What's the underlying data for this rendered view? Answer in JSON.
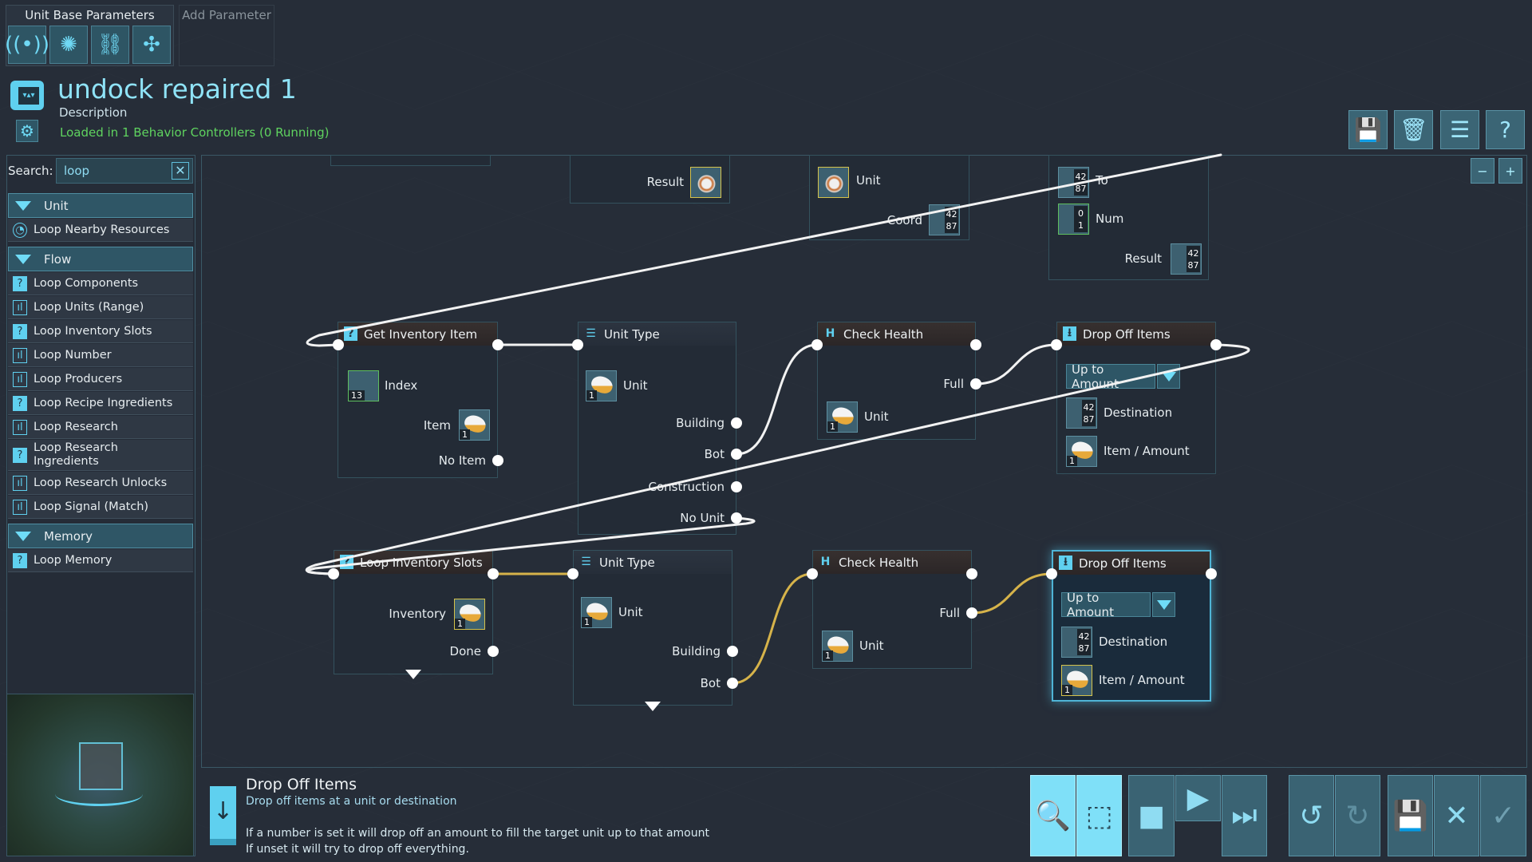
{
  "tabs": {
    "unit_base": "Unit Base Parameters",
    "add_param": "Add Parameter"
  },
  "param_icons": [
    "signal-icon",
    "spinner-icon",
    "link-icon",
    "converge-icon"
  ],
  "behavior": {
    "title": "undock repaired 1",
    "description": "Description",
    "status": "Loaded in 1 Behavior Controllers (0 Running)",
    "status_color": "#5fd35f"
  },
  "toolbar": [
    "save-icon",
    "delete-icon",
    "list-icon",
    "help-icon"
  ],
  "search": {
    "label": "Search:",
    "value": "loop"
  },
  "sidebar": {
    "groups": [
      {
        "label": "Unit",
        "items": [
          "Loop Nearby Resources"
        ]
      },
      {
        "label": "Flow",
        "items": [
          "Loop Components",
          "Loop Units (Range)",
          "Loop Inventory Slots",
          "Loop Number",
          "Loop Producers",
          "Loop Recipe Ingredients",
          "Loop Research",
          "Loop Research Ingredients",
          "Loop Research Unlocks",
          "Loop Signal (Match)"
        ]
      },
      {
        "label": "Memory",
        "items": [
          "Loop Memory"
        ]
      }
    ]
  },
  "nodes": {
    "partial_b": {
      "result": "Result"
    },
    "partial_c": {
      "unit": "Unit",
      "coord": "Coord",
      "x": "42",
      "y": "87"
    },
    "partial_d": {
      "to": "To",
      "num": "Num",
      "num_top": "0",
      "num_bot": "1",
      "result": "Result",
      "x": "42",
      "y": "87"
    },
    "get_inventory_item": {
      "title": "Get Inventory Item",
      "index": "Index",
      "index_val": "13",
      "item": "Item",
      "item_count": "1",
      "no_item": "No Item"
    },
    "unit_type_1": {
      "title": "Unit Type",
      "unit": "Unit",
      "unit_count": "1",
      "building": "Building",
      "bot": "Bot",
      "construction": "Construction",
      "no_unit": "No Unit"
    },
    "check_health_1": {
      "title": "Check Health",
      "full": "Full",
      "unit": "Unit",
      "unit_count": "1"
    },
    "drop_off_1": {
      "title": "Drop Off Items",
      "mode": "Up to Amount",
      "destination": "Destination",
      "x": "42",
      "y": "87",
      "item": "Item / Amount",
      "item_count": "1"
    },
    "loop_inventory_slots": {
      "title": "Loop Inventory Slots",
      "inventory": "Inventory",
      "inv_count": "1",
      "done": "Done"
    },
    "unit_type_2": {
      "title": "Unit Type",
      "unit": "Unit",
      "unit_count": "1",
      "building": "Building",
      "bot": "Bot"
    },
    "check_health_2": {
      "title": "Check Health",
      "full": "Full",
      "unit": "Unit",
      "unit_count": "1"
    },
    "drop_off_2": {
      "title": "Drop Off Items",
      "mode": "Up to Amount",
      "destination": "Destination",
      "x": "42",
      "y": "87",
      "item": "Item / Amount",
      "item_count": "1"
    }
  },
  "colors": {
    "wire": "#f2f2f2",
    "wire_active": "#d6b34a",
    "accent": "#6fdcf7"
  },
  "info": {
    "title": "Drop Off Items",
    "subtitle": "Drop off items at a unit or destination",
    "line1": "If a number is set it will drop off an amount to fill the target unit up to that amount",
    "line2": "If unset it will try to drop off everything."
  },
  "controls": [
    "zoom-search-icon",
    "select-icon",
    "stop-icon",
    "play-icon",
    "step-icon",
    "undo-icon",
    "redo-icon",
    "save-icon",
    "cancel-icon",
    "confirm-icon"
  ]
}
